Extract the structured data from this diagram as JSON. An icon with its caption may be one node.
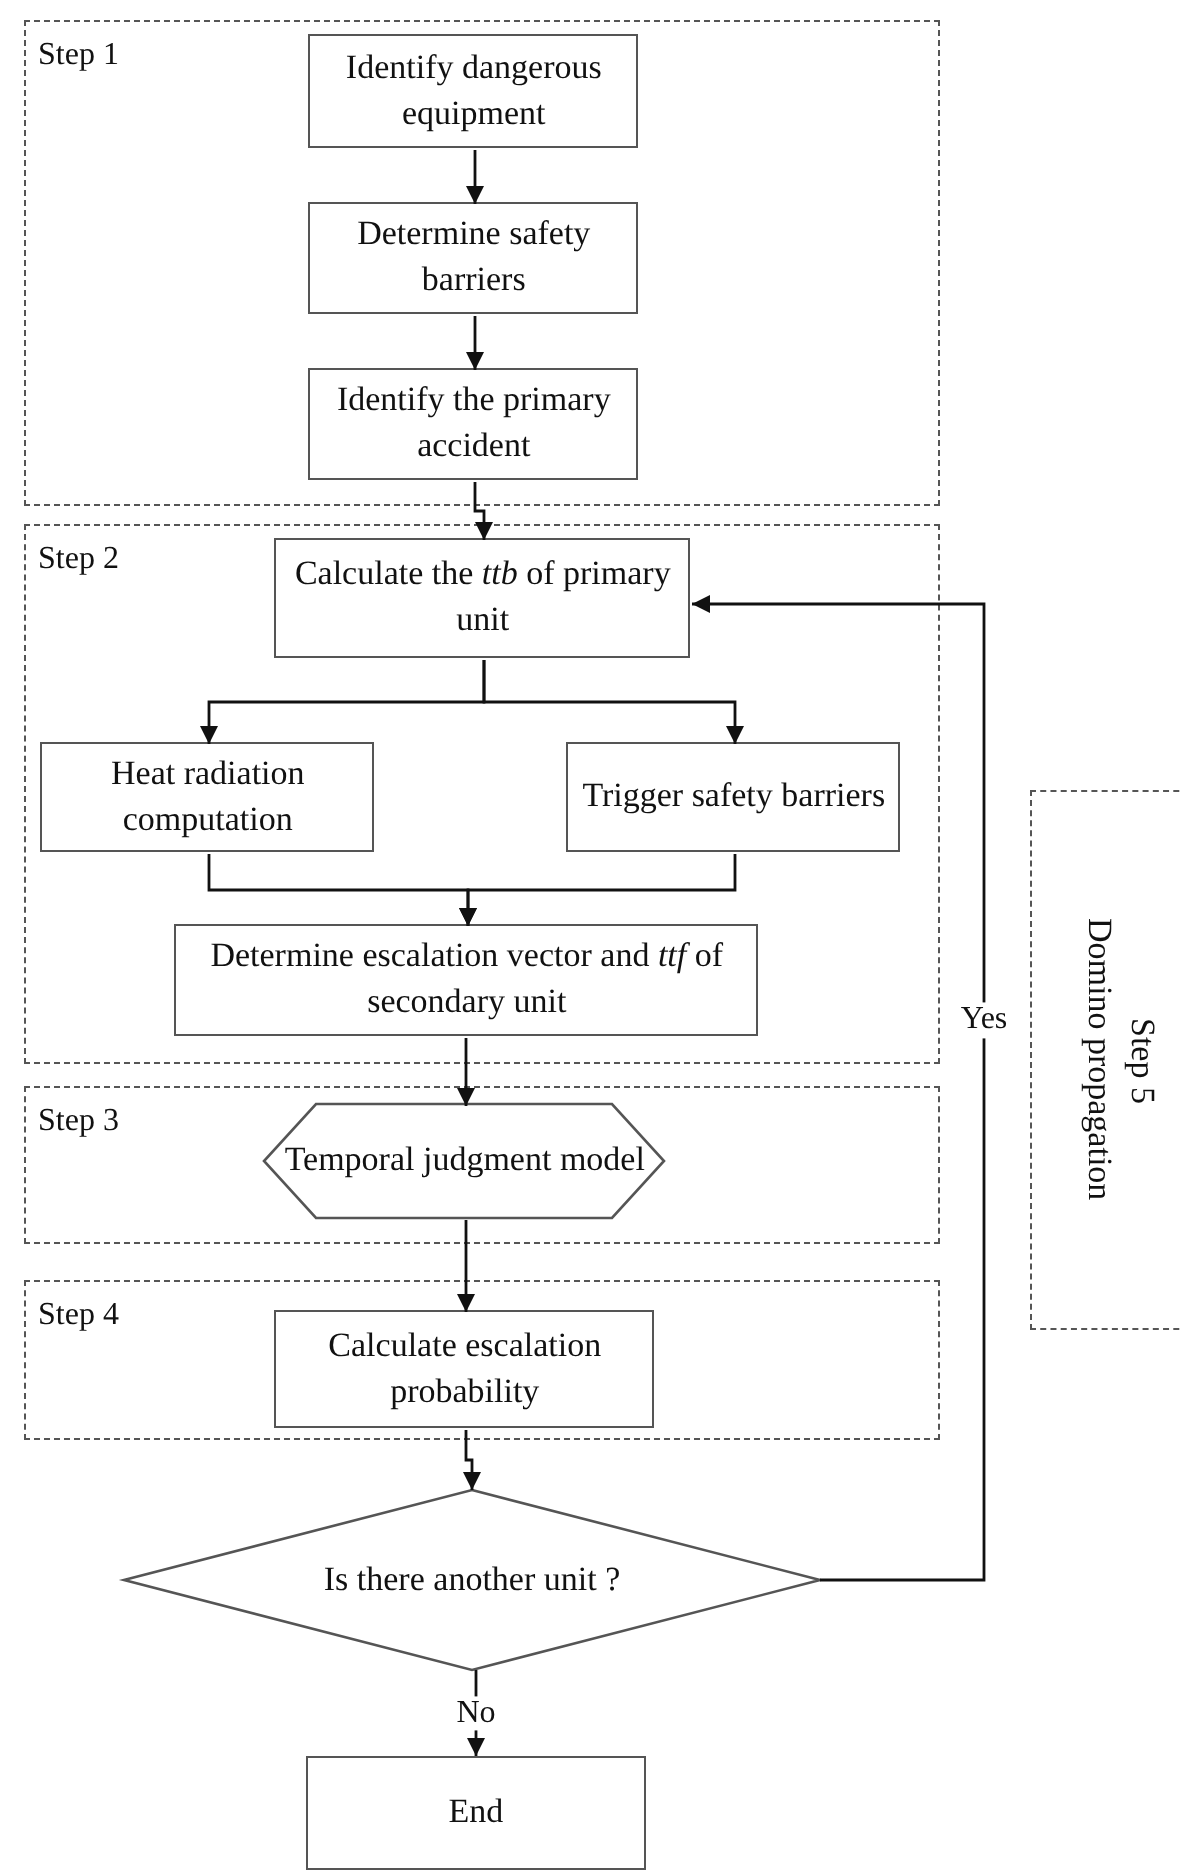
{
  "diagram": {
    "nodes": [
      {
        "text": [
          "Step 1"
        ]
      },
      {
        "text": [
          "Identify dangerous equipment"
        ],
        "in": 0
      },
      {
        "text": [
          "Determine safety barriers"
        ],
        "in": 0
      },
      {
        "text": [
          "Identify the primary accident"
        ],
        "in": 0
      },
      {
        "text": [
          "Step 2"
        ]
      },
      {
        "text": [
          "Calculate the *ttb* of primary unit"
        ],
        "in": 4
      },
      {
        "text": [
          "Heat radiation computation"
        ],
        "in": 4
      },
      {
        "text": [
          "Trigger safety barriers"
        ],
        "in": 4
      },
      {
        "text": [
          "Determine escalation vector and *ttf* of secondary unit"
        ],
        "in": 4
      },
      {
        "text": [
          "Step 3"
        ]
      },
      {
        "text": [
          "Temporal judgment model"
        ],
        "in": 9
      },
      {
        "text": [
          "Step 4"
        ]
      },
      {
        "text": [
          "Calculate escalation probability"
        ],
        "in": 11
      },
      {
        "text": [
          "Is there another unit ?"
        ]
      },
      {
        "text": [
          "End"
        ]
      },
      {
        "text": [
          "Step 5",
          "Domino propagation"
        ]
      }
    ],
    "edges": [
      {
        "from": 1,
        "to": 2,
        "arrow": "to"
      },
      {
        "from": 2,
        "to": 3,
        "arrow": "to"
      },
      {
        "from": 3,
        "to": 5,
        "arrow": "to"
      },
      {
        "from": 5,
        "to": 6,
        "arrow": "to"
      },
      {
        "from": 5,
        "to": 7,
        "arrow": "to"
      },
      {
        "from": 6,
        "to": 8,
        "arrow": "to"
      },
      {
        "from": 7,
        "to": 8,
        "arrow": "to"
      },
      {
        "from": 8,
        "to": 10,
        "arrow": "to"
      },
      {
        "from": 10,
        "to": 12,
        "arrow": "to"
      },
      {
        "from": 12,
        "to": 13,
        "arrow": "to"
      },
      {
        "from": 13,
        "to": 14,
        "label": "No",
        "arrow": "to"
      },
      {
        "from": 13,
        "to": 5,
        "label": "Yes",
        "arrow": "to"
      }
    ]
  }
}
